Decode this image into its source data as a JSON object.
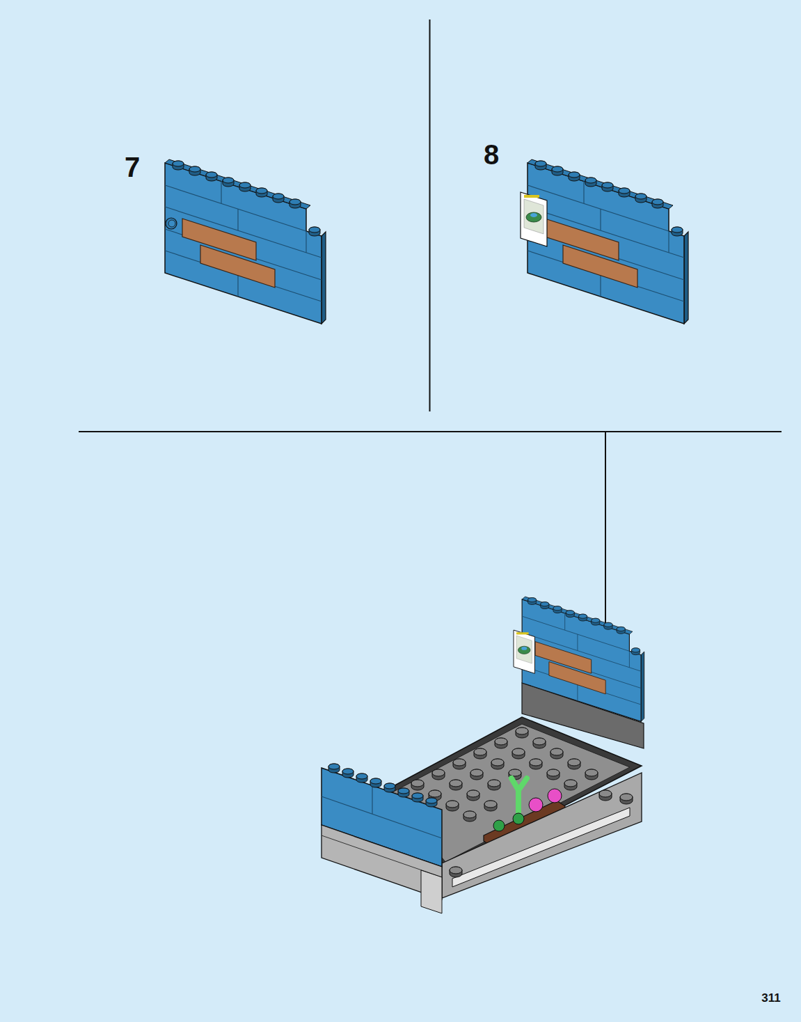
{
  "diagram": {
    "labels": [
      "7",
      "8",
      "311"
    ]
  }
}
